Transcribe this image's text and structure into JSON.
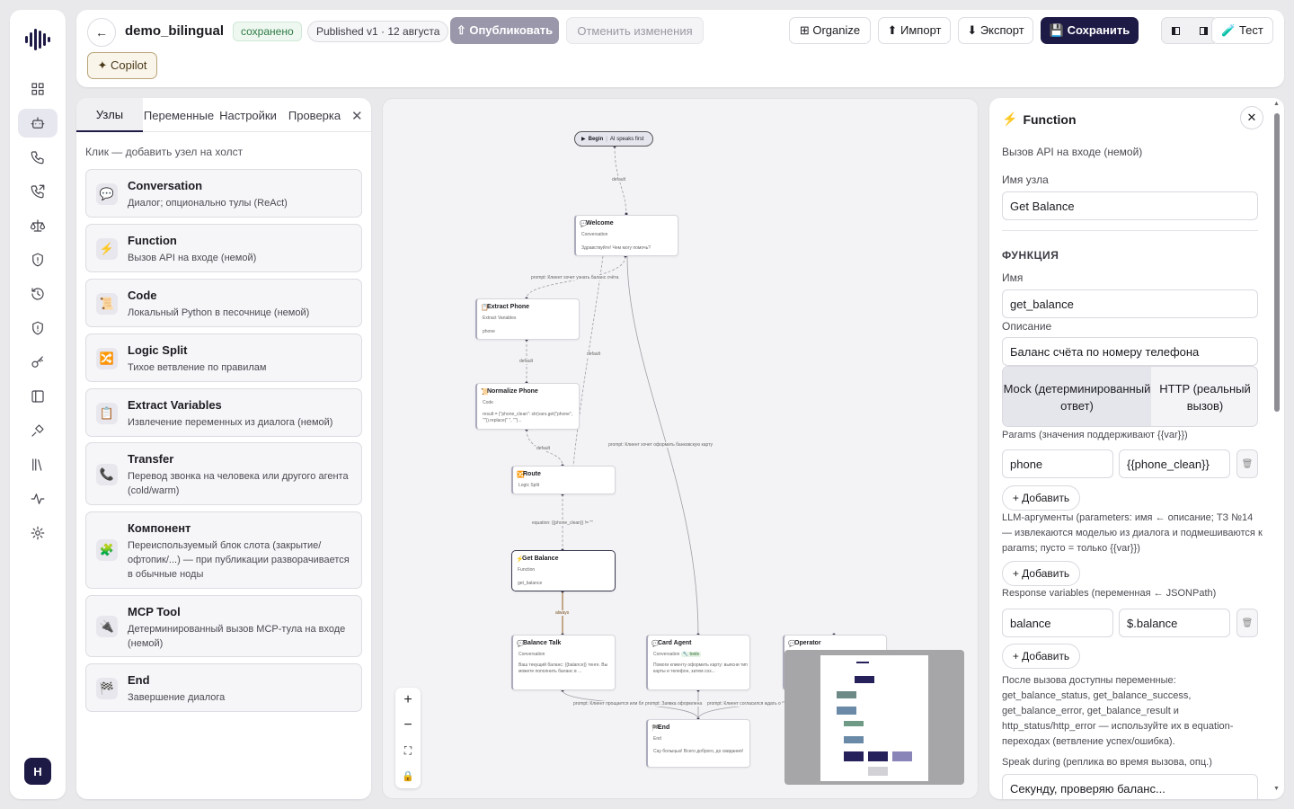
{
  "rail": {
    "avatar": "H",
    "items": [
      "grid-icon",
      "bot-icon",
      "phone-icon",
      "phone-forward-icon",
      "scale-icon",
      "shield-icon",
      "history-icon",
      "shield-check-icon",
      "key-icon",
      "panel-icon",
      "plug-icon",
      "library-icon",
      "activity-icon",
      "settings-icon"
    ]
  },
  "header": {
    "back": "←",
    "title": "demo_bilingual",
    "saved_badge": "сохранено",
    "published_badge": "Published v1 · 12 августа",
    "publish_label": "⇧ Опубликовать",
    "revert_label": "Отменить изменения",
    "copilot_label": "✦ Copilot",
    "organize_label": "⊞ Organize",
    "import_label": "⬆ Импорт",
    "export_label": "⬇ Экспорт",
    "save_label": "💾 Сохранить",
    "test_label": "🧪 Тест"
  },
  "left_panel": {
    "tabs": [
      "Узлы",
      "Переменные",
      "Настройки",
      "Проверка"
    ],
    "close": "✕",
    "hint": "Клик — добавить узел на холст",
    "items": [
      {
        "icon": "💬",
        "title": "Conversation",
        "desc": "Диалог; опционально тулы (ReAct)"
      },
      {
        "icon": "⚡",
        "title": "Function",
        "desc": "Вызов API на входе (немой)"
      },
      {
        "icon": "📜",
        "title": "Code",
        "desc": "Локальный Python в песочнице (немой)"
      },
      {
        "icon": "🔀",
        "title": "Logic Split",
        "desc": "Тихое ветвление по правилам"
      },
      {
        "icon": "📋",
        "title": "Extract Variables",
        "desc": "Извлечение переменных из диалога (немой)"
      },
      {
        "icon": "📞",
        "title": "Transfer",
        "desc": "Перевод звонка на человека или другого агента (cold/warm)"
      },
      {
        "icon": "🧩",
        "title": "Компонент",
        "desc": "Переиспользуемый блок слота (закрытие/офтопик/...) — при публикации разворачивается в обычные ноды"
      },
      {
        "icon": "🔌",
        "title": "MCP Tool",
        "desc": "Детерминированный вызов MCP-тула на входе (немой)"
      },
      {
        "icon": "🏁",
        "title": "End",
        "desc": "Завершение диалога"
      }
    ]
  },
  "canvas": {
    "begin": {
      "label": "Begin",
      "sub": "AI speaks first"
    },
    "nodes": {
      "welcome": {
        "icon": "💬",
        "title": "Welcome",
        "type": "Conversation",
        "body": "Здравствуйте! Чем могу помочь?"
      },
      "extract": {
        "icon": "📋",
        "title": "Extract Phone",
        "type": "Extract Variables",
        "body": "phone"
      },
      "normalize": {
        "icon": "📜",
        "title": "Normalize Phone",
        "type": "Code",
        "body": "result = {\"phone_clean\": str(vars.get(\"phone\", \"\")).replace(\" \", \"\")..."
      },
      "route": {
        "icon": "🔀",
        "title": "Route",
        "type": "Logic Split",
        "body": ""
      },
      "getbal": {
        "icon": "⚡",
        "title": "Get Balance",
        "type": "Function",
        "body": "get_balance"
      },
      "baltalk": {
        "icon": "💬",
        "title": "Balance Talk",
        "type": "Conversation",
        "body": "Ваш текущий баланс: {{balance}} тенге. Вы можете пополнить баланс в ..."
      },
      "card": {
        "icon": "💬",
        "title": "Card Agent",
        "type": "Conversation",
        "tools": "🔧 tools",
        "body": "Помоги клиенту оформить карту: выясни тип карты и телефон, затем соз..."
      },
      "operator": {
        "icon": "💬",
        "title": "Operator",
        "type": "",
        "body": ""
      },
      "end": {
        "icon": "🏁",
        "title": "End",
        "type": "End",
        "body": "Сау болыңыз! Всего доброго, до свидания!"
      }
    },
    "edges": {
      "e1": "default",
      "e2": "prompt: Клиент хочет узнать баланс счёта",
      "e3": "default",
      "e4": "default",
      "e5": "default",
      "e6": "prompt: Клиент хочет оформить банковскую карту",
      "e7": "equation: {{phone_clean}} != \"\"",
      "e8": "always",
      "e9": "prompt: Клиент прощается или бл",
      "e10": "prompt: Заявка оформлена",
      "e11": "prompt: Клиент согласился ждать о"
    },
    "zoom": {
      "in": "+",
      "out": "−",
      "fit": "⛶",
      "lock": "🔒"
    }
  },
  "right_panel": {
    "icon": "⚡",
    "title": "Function",
    "close": "✕",
    "subtitle": "Вызов API на входе (немой)",
    "node_name_label": "Имя узла",
    "node_name": "Get Balance",
    "section": "ФУНКЦИЯ",
    "fn_name_label": "Имя",
    "fn_name": "get_balance",
    "desc_label": "Описание",
    "desc": "Баланс счёта по номеру телефона",
    "mode_mock": "Mock (детерминированный ответ)",
    "mode_http": "HTTP (реальный вызов)",
    "params_label": "Params (значения поддерживают {{var}})",
    "param_key": "phone",
    "param_val": "{{phone_clean}}",
    "add": "+ Добавить",
    "llm_label": "LLM-аргументы (parameters: имя ← описание; ТЗ №14 — извлекаются моделью из диалога и подмешиваются к params; пусто = только {{var}})",
    "resp_label": "Response variables (переменная ← JSONPath)",
    "resp_key": "balance",
    "resp_val": "$.balance",
    "after_note": "После вызова доступны переменные: get_balance_status, get_balance_success, get_balance_error, get_balance_result и http_status/http_error — используйте их в equation-переходах (ветвление успех/ошибка).",
    "speak_label": "Speak during (реплика во время вызова, опц.)",
    "speak_value": "Секунду, проверяю баланс..."
  }
}
